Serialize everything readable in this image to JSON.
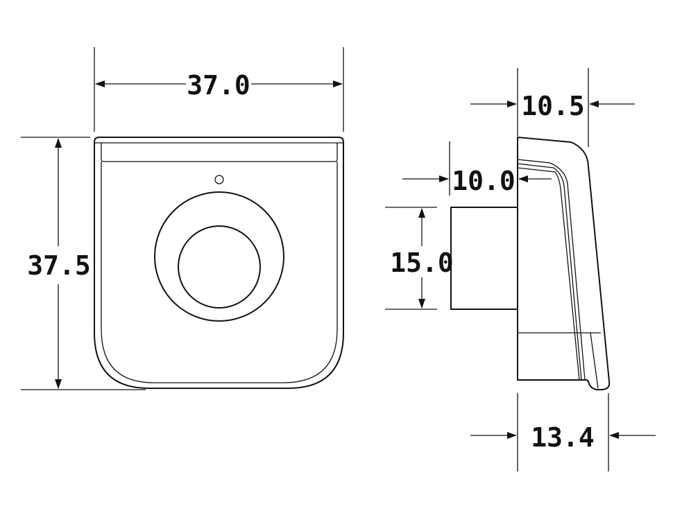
{
  "title": "Bracket dimension drawing",
  "units_note": "",
  "dimensions": {
    "front_width": "37.0",
    "front_height": "37.5",
    "side_top_depth": "10.5",
    "side_inner_depth": "10.0",
    "side_block_height": "15.0",
    "side_bottom_depth": "13.4"
  }
}
